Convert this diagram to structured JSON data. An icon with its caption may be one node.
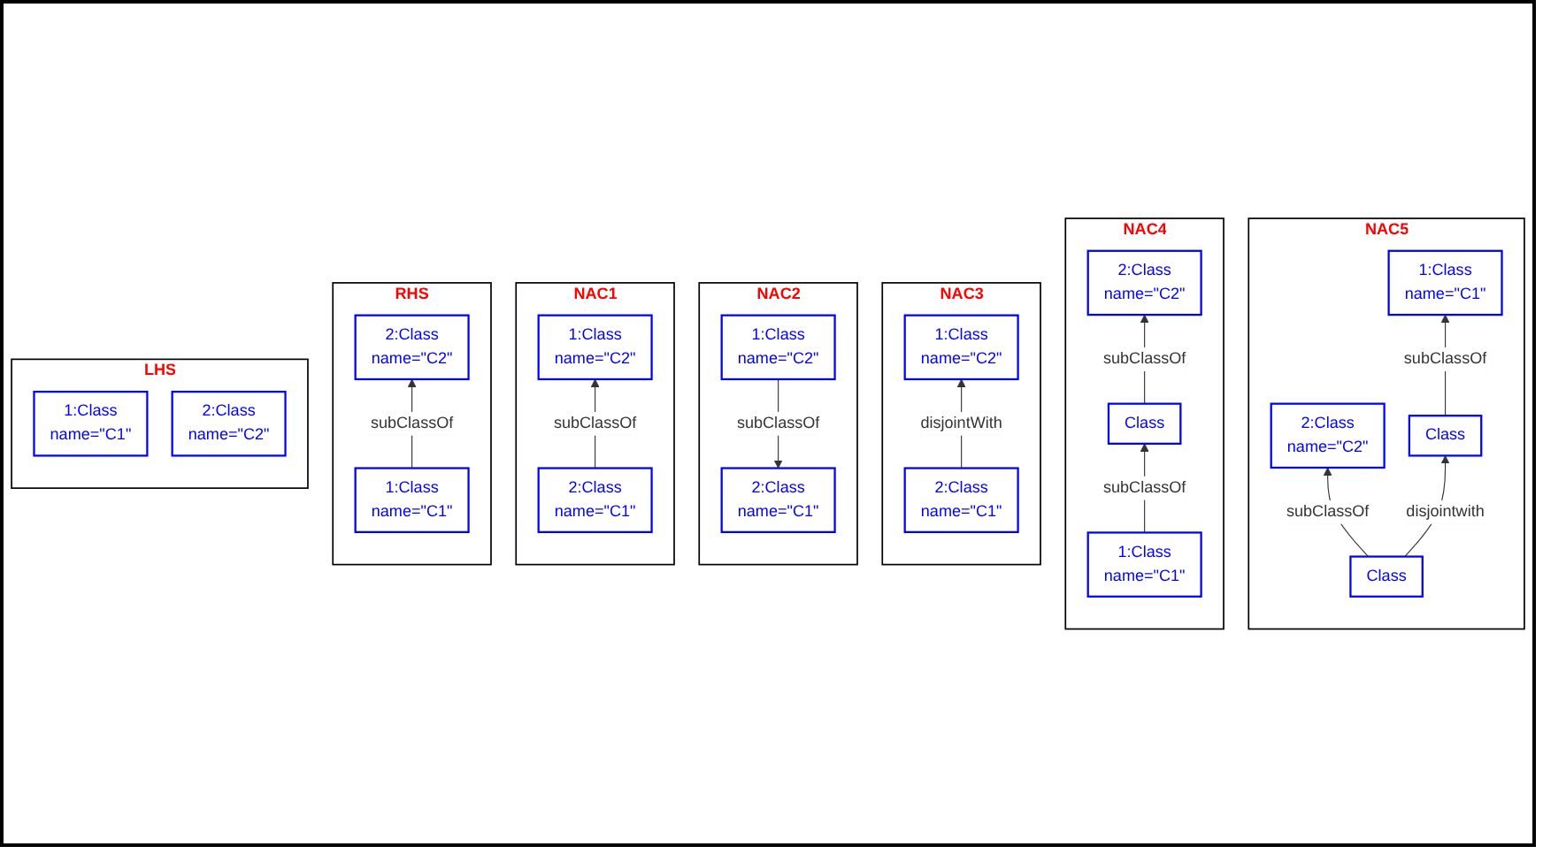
{
  "diagram": {
    "nodes": [
      {
        "text": [
          "LHS"
        ]
      },
      {
        "text": [
          "1:Class",
          "name=\"C1\""
        ],
        "in": 0
      },
      {
        "text": [
          "2:Class",
          "name=\"C2\""
        ],
        "in": 0
      },
      {
        "text": [
          "RHS"
        ]
      },
      {
        "text": [
          "2:Class",
          "name=\"C2\""
        ],
        "in": 3
      },
      {
        "text": [
          "1:Class",
          "name=\"C1\""
        ],
        "in": 3
      },
      {
        "text": [
          "NAC1"
        ]
      },
      {
        "text": [
          "1:Class",
          "name=\"C2\""
        ],
        "in": 6
      },
      {
        "text": [
          "2:Class",
          "name=\"C1\""
        ],
        "in": 6
      },
      {
        "text": [
          "NAC2"
        ]
      },
      {
        "text": [
          "1:Class",
          "name=\"C2\""
        ],
        "in": 9
      },
      {
        "text": [
          "2:Class",
          "name=\"C1\""
        ],
        "in": 9
      },
      {
        "text": [
          "NAC3"
        ]
      },
      {
        "text": [
          "1:Class",
          "name=\"C2\""
        ],
        "in": 12
      },
      {
        "text": [
          "2:Class",
          "name=\"C1\""
        ],
        "in": 12
      },
      {
        "text": [
          "NAC4"
        ]
      },
      {
        "text": [
          "2:Class",
          "name=\"C2\""
        ],
        "in": 15
      },
      {
        "text": [
          "Class"
        ],
        "in": 15
      },
      {
        "text": [
          "1:Class",
          "name=\"C1\""
        ],
        "in": 15
      },
      {
        "text": [
          "NAC5"
        ]
      },
      {
        "text": [
          "2:Class",
          "name=\"C2\""
        ],
        "in": 19
      },
      {
        "text": [
          "1:Class",
          "name=\"C1\""
        ],
        "in": 19
      },
      {
        "text": [
          "Class"
        ],
        "in": 19
      },
      {
        "text": [
          "Class"
        ],
        "in": 19
      }
    ],
    "edges": [
      {
        "from": 5,
        "to": 4,
        "arrow": "to",
        "label": "subClassOf"
      },
      {
        "from": 8,
        "to": 7,
        "arrow": "to",
        "label": "subClassOf"
      },
      {
        "from": 10,
        "to": 11,
        "arrow": "to",
        "label": "subClassOf"
      },
      {
        "from": 14,
        "to": 13,
        "arrow": "to",
        "label": "disjointWith"
      },
      {
        "from": 17,
        "to": 16,
        "arrow": "to",
        "label": "subClassOf"
      },
      {
        "from": 18,
        "to": 17,
        "arrow": "to",
        "label": "subClassOf"
      },
      {
        "from": 22,
        "to": 20,
        "arrow": "to",
        "label": "subClassOf"
      },
      {
        "from": 23,
        "to": 21,
        "arrow": "to",
        "label": "subClassOf"
      },
      {
        "from": 22,
        "to": 23,
        "arrow": "to",
        "label": "disjointwith"
      }
    ]
  }
}
